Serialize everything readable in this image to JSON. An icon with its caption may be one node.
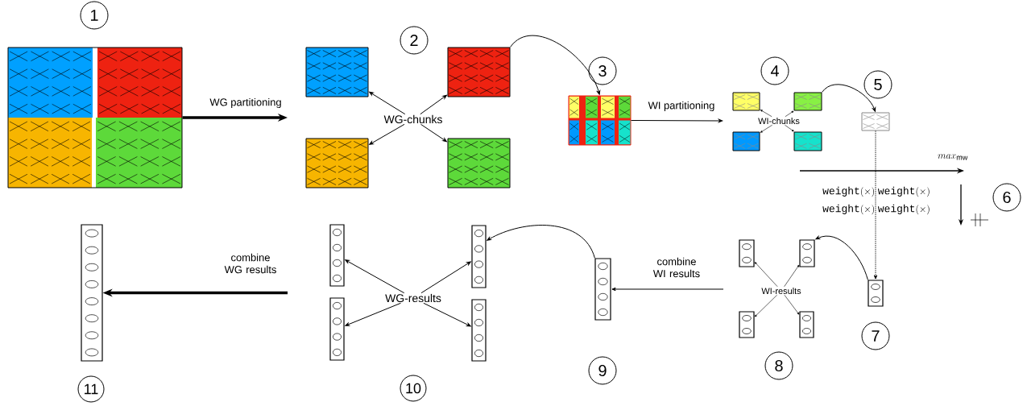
{
  "diagram": {
    "nodes": [
      {
        "text": [
          "1"
        ]
      },
      {
        "text": [],
        "shape": "box"
      },
      {
        "text": [
          "2"
        ]
      },
      {
        "text": [],
        "shape": "box"
      },
      {
        "text": [],
        "shape": "box"
      },
      {
        "text": [
          "WG-chunks"
        ]
      },
      {
        "text": [],
        "shape": "box"
      },
      {
        "text": [],
        "shape": "box"
      },
      {
        "text": [
          "3"
        ]
      },
      {
        "text": [],
        "shape": "box"
      },
      {
        "text": [
          "4"
        ]
      },
      {
        "text": [],
        "shape": "box"
      },
      {
        "text": [],
        "shape": "box"
      },
      {
        "text": [
          "WI-chunks"
        ]
      },
      {
        "text": [],
        "shape": "box"
      },
      {
        "text": [],
        "shape": "box"
      },
      {
        "text": [
          "5"
        ]
      },
      {
        "text": [],
        "shape": "box"
      },
      {
        "text": [
          "6"
        ]
      },
      {
        "text": [],
        "shape": "box"
      },
      {
        "text": [],
        "shape": "box"
      },
      {
        "text": [],
        "shape": "box"
      },
      {
        "text": [
          "WG-results"
        ]
      },
      {
        "text": [],
        "shape": "box"
      },
      {
        "text": [],
        "shape": "box"
      },
      {
        "text": [],
        "shape": "box"
      },
      {
        "text": [],
        "shape": "box"
      },
      {
        "text": [],
        "shape": "box"
      },
      {
        "text": [
          "WI-results"
        ]
      },
      {
        "text": [],
        "shape": "box"
      },
      {
        "text": [],
        "shape": "box"
      },
      {
        "text": [],
        "shape": "box"
      },
      {
        "text": [
          "8"
        ]
      },
      {
        "text": [
          "7"
        ]
      },
      {
        "text": [
          "9"
        ]
      },
      {
        "text": [
          "10"
        ]
      },
      {
        "text": [
          "11"
        ]
      }
    ],
    "edges": [
      {
        "from": 1,
        "to": null,
        "arrow": "to",
        "label": "WG partitioning",
        "style": "thick"
      },
      {
        "from": 5,
        "to": 3,
        "arrow": "to"
      },
      {
        "from": 5,
        "to": 4,
        "arrow": "to"
      },
      {
        "from": 5,
        "to": 6,
        "arrow": "to"
      },
      {
        "from": 5,
        "to": 7,
        "arrow": "to"
      },
      {
        "from": 4,
        "to": 9,
        "arrow": "to"
      },
      {
        "from": 9,
        "to": null,
        "arrow": "to",
        "label": "WI partitioning"
      },
      {
        "from": 13,
        "to": 11,
        "arrow": "to"
      },
      {
        "from": 13,
        "to": 12,
        "arrow": "to"
      },
      {
        "from": 13,
        "to": 14,
        "arrow": "to"
      },
      {
        "from": 13,
        "to": 15,
        "arrow": "to"
      },
      {
        "from": 12,
        "to": 17,
        "arrow": "to"
      },
      {
        "from": 17,
        "to": 31,
        "arrow": "to",
        "style": "dashed"
      },
      {
        "from": 31,
        "to": 27,
        "arrow": "to"
      },
      {
        "from": 28,
        "to": 26,
        "arrow": "to"
      },
      {
        "from": 28,
        "to": 27,
        "arrow": "to"
      },
      {
        "from": 28,
        "to": 29,
        "arrow": "to"
      },
      {
        "from": 28,
        "to": 30,
        "arrow": "to"
      },
      {
        "from": null,
        "to": 25,
        "arrow": "to",
        "label": "combine WI results"
      },
      {
        "from": 25,
        "to": 21,
        "arrow": "to"
      },
      {
        "from": 22,
        "to": 20,
        "arrow": "to"
      },
      {
        "from": 22,
        "to": 21,
        "arrow": "to"
      },
      {
        "from": 22,
        "to": 23,
        "arrow": "to"
      },
      {
        "from": 22,
        "to": 24,
        "arrow": "to"
      },
      {
        "from": null,
        "to": 19,
        "arrow": "to",
        "label": "combine WG results",
        "style": "thick"
      }
    ],
    "labels": [
      "max_{\\mathrm{mw}}",
      "\\texttt{weight}(\\times)\\ \\texttt{weight}(\\times)",
      "\\texttt{weight}(\\times)\\ \\texttt{weight}(\\times)"
    ]
  }
}
